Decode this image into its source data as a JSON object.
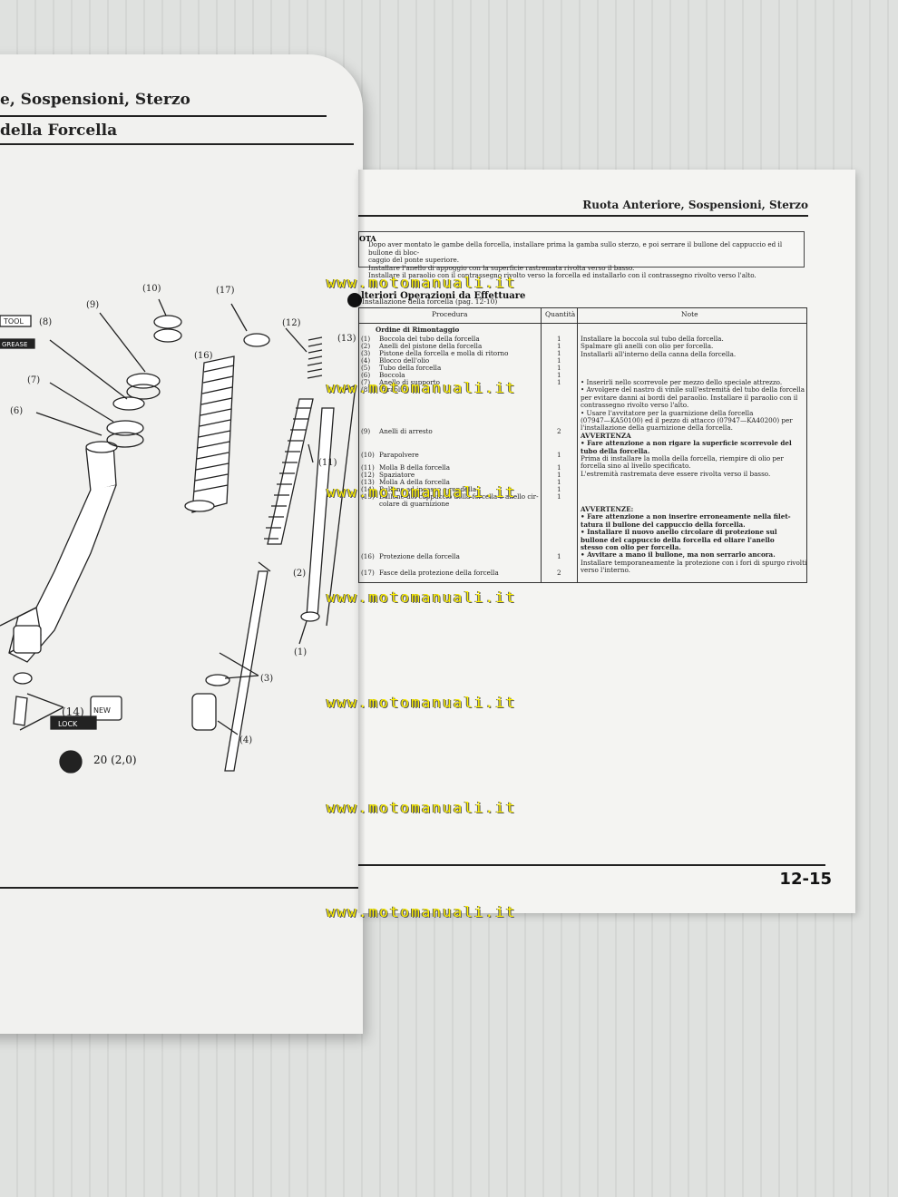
{
  "left_page": {
    "header_1": "e, Sospensioni, Sterzo",
    "header_2": "della Forcella",
    "tool_label": "TOOL",
    "grease_label": "GREASE",
    "new_label": "NEW",
    "lock_label": "LOCK",
    "torque": "20 (2,0)",
    "callouts": [
      "(10)",
      "(9)",
      "(17)",
      "(12)",
      "(13)",
      "(8)",
      "(16)",
      "(7)",
      "(6)",
      "(11)",
      "(2)",
      "(1)",
      "(3)",
      "(4)",
      "(14)"
    ]
  },
  "right_page": {
    "header": "Ruota Anteriore, Sospensioni, Sterzo",
    "nota_title": "OTA",
    "nota_lines": [
      "Dopo aver montato le gambe della forcella, installare prima la gamba sullo sterzo, e poi serrare il bullone del cappuccio ed il bullone di bloc-",
      "caggio del ponte superiore.",
      "Installare l'anello di appoggio con la superficie rastremata rivolta verso il basso.",
      "Installare il paraolio con il contrassegno rivolto verso la forcella ed installarlo con il contrassegno rivolto verso l'alto."
    ],
    "section_title": "lteriori Operazioni da Effettuare",
    "section_sub": "Installazione della forcella (pag. 12-10)",
    "table": {
      "headers": [
        "Procedura",
        "Quantità",
        "Note"
      ],
      "order_title": "Ordine di Rimontaggio",
      "rows": [
        {
          "num": "(1)",
          "proc": "Boccola del tubo della forcella",
          "qty": "1"
        },
        {
          "num": "(2)",
          "proc": "Anelli del pistone della forcella",
          "qty": "1"
        },
        {
          "num": "(3)",
          "proc": "Pistone della forcella e molla di ritorno",
          "qty": "1"
        },
        {
          "num": "(4)",
          "proc": "Blocco dell'olio",
          "qty": "1"
        },
        {
          "num": "(5)",
          "proc": "Tubo della forcella",
          "qty": "1"
        },
        {
          "num": "(6)",
          "proc": "Boccola",
          "qty": "1"
        },
        {
          "num": "(7)",
          "proc": "Anello di supporto",
          "qty": "1"
        },
        {
          "num": "(8)",
          "proc": "Paraolio",
          "qty": ""
        },
        {
          "num": "(9)",
          "proc": "Anelli di arresto",
          "qty": "2"
        },
        {
          "num": "(10)",
          "proc": "Parapolvere",
          "qty": "1"
        },
        {
          "num": "(11)",
          "proc": "Molla B della forcella",
          "qty": "1"
        },
        {
          "num": "(12)",
          "proc": "Spaziatore",
          "qty": "1"
        },
        {
          "num": "(13)",
          "proc": "Molla A della forcella",
          "qty": "1"
        },
        {
          "num": "(14)",
          "proc": "Bullone ad incasso e rondella",
          "qty": "1"
        },
        {
          "num": "(15)",
          "proc": "Bullone del cappuccio della forcella e anello cir-",
          "qty": "1"
        },
        {
          "num": "",
          "proc": "colare di guarnizione",
          "qty": ""
        },
        {
          "num": "(16)",
          "proc": "Protezione della forcella",
          "qty": "1"
        },
        {
          "num": "(17)",
          "proc": "Fasce della protezione della forcella",
          "qty": "2"
        }
      ],
      "notes_top": [
        "Installare la boccola sul tubo della forcella.",
        "Spalmare gli anelli con olio per forcella.",
        "Installarli all'interno della canna della forcella."
      ],
      "notes_mid": [
        "• Inserirli nello scorrevole per mezzo dello speciale attrezzo.",
        "• Avvolgere del nastro di vinile sull'estremità del tubo della forcella",
        "  per evitare danni ai bordi del paraolio. Installare il paraolio con il",
        "  contrassegno rivolto verso l'alto.",
        "• Usare l'avvitatore per la guarnizione della forcella",
        "  (07947—KA50100) ed il pezzo di attacco (07947—KA40200) per",
        "  l'installazione della guarnizione della forcella."
      ],
      "avvertenza_1_title": "AVVERTENZA",
      "avvertenza_1_lines": [
        "• Fare attenzione a non rigare la superficie scorrevole del",
        "  tubo della forcella."
      ],
      "notes_after": [
        "Prima di installare la molla della forcella, riempire di olio per",
        "forcella sino al livello specificato.",
        "L'estremità rastremata deve essere rivolta verso il basso."
      ],
      "avvertenze_2_title": "AVVERTENZE:",
      "avvertenze_2_lines": [
        "• Fare attenzione a non inserire erroneamente nella filet-",
        "  tatura il bullone del cappuccio della forcella.",
        "• Installare il nuovo anello circolare di protezione sul",
        "  bullone del cappuccio della forcella ed oliare l'anello",
        "  stesso con olio per forcella.",
        "• Avvitare a mano il bullone, ma non serrarlo ancora."
      ],
      "notes_end": [
        "Installare temporaneamente la protezione con i fori di spurgo rivolti",
        "verso l'interno."
      ]
    },
    "page_number": "12-15"
  },
  "watermark": "www.motomanuali.it",
  "colors": {
    "watermark": "#fff200",
    "page": "#f4f4f2",
    "ink": "#222222"
  }
}
